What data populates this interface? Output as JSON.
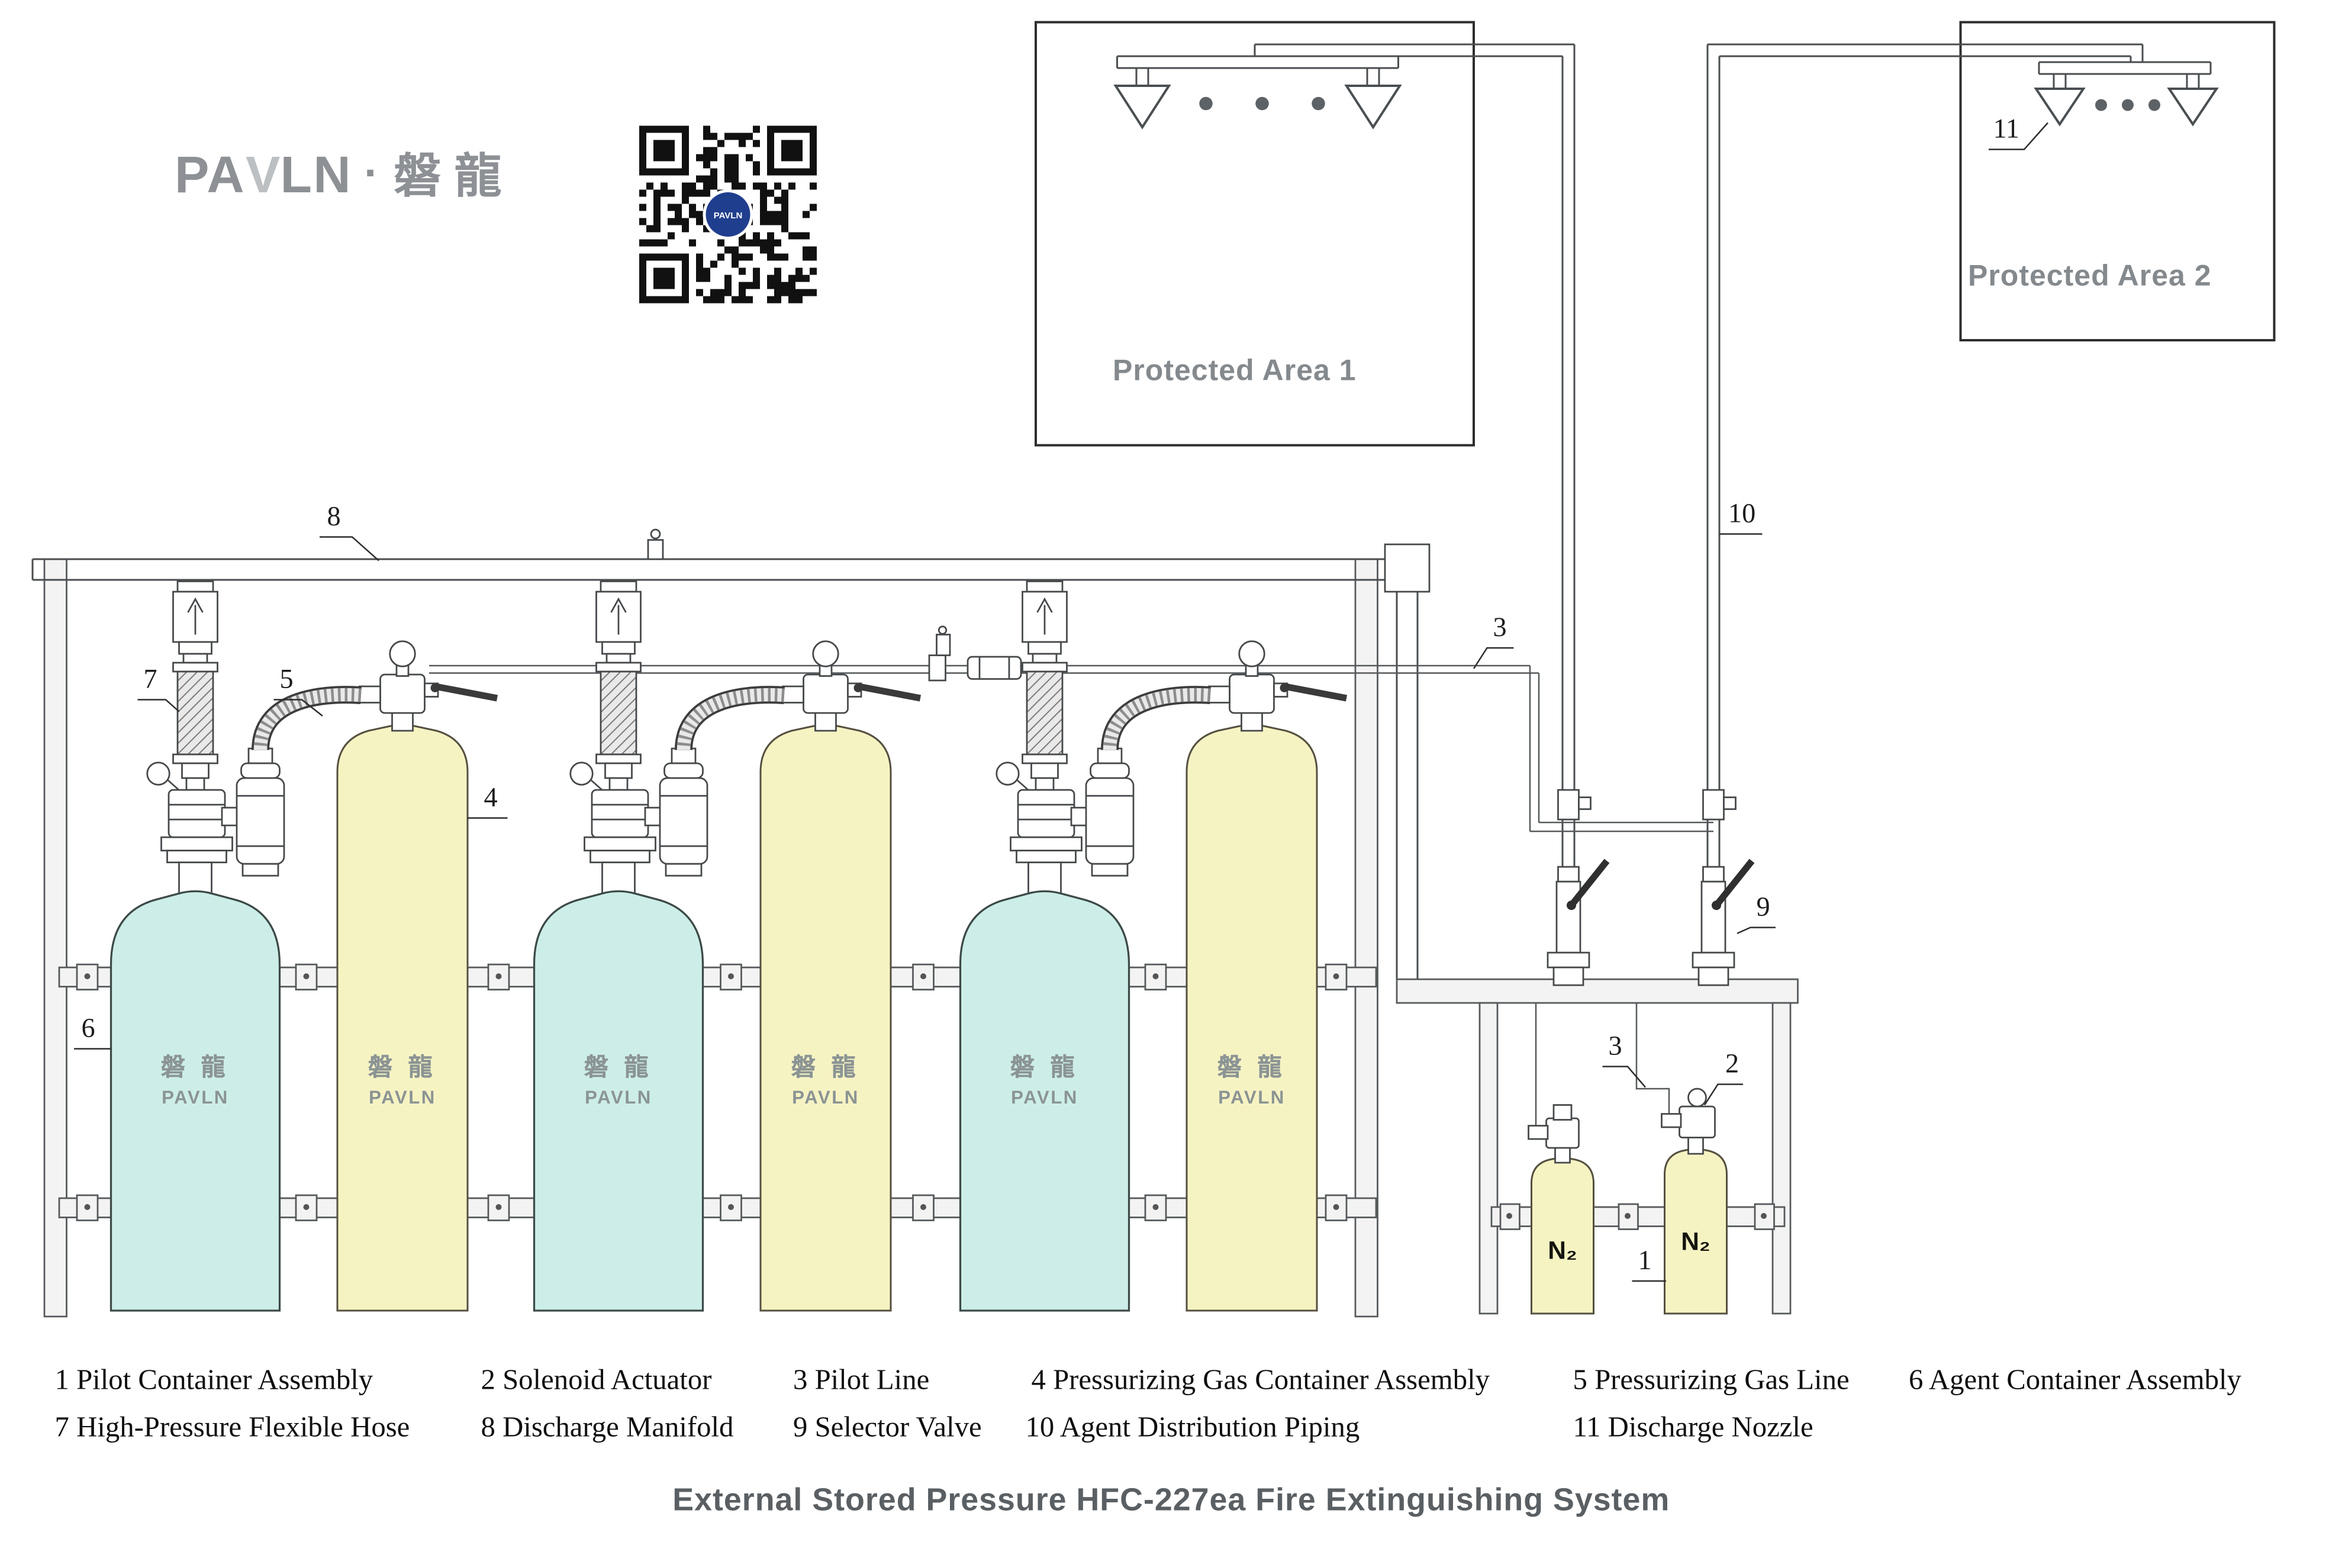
{
  "brand": {
    "logo_pa": "PA",
    "logo_v": "V",
    "logo_ln": "LN",
    "logo_sep": "·",
    "logo_cn": "磐龍",
    "cylinder_cn": "磐 龍",
    "cylinder_en": "PAVLN"
  },
  "protected_areas": {
    "area1": "Protected Area 1",
    "area2": "Protected Area 2"
  },
  "callouts": {
    "c1": "1",
    "c2": "2",
    "c3": "3",
    "c4": "4",
    "c5": "5",
    "c6": "6",
    "c7": "7",
    "c8": "8",
    "c9": "9",
    "c10": "10",
    "c11": "11"
  },
  "cylinders": {
    "n2_label": "N₂"
  },
  "legend": {
    "row1": [
      "1 Pilot Container Assembly",
      "2 Solenoid Actuator",
      "3 Pilot Line",
      "4 Pressurizing Gas Container Assembly",
      "5 Pressurizing Gas Line",
      "6 Agent Container Assembly"
    ],
    "row2": [
      "7 High-Pressure Flexible Hose",
      "8 Discharge Manifold",
      "9 Selector Valve",
      "10 Agent Distribution Piping",
      "11 Discharge Nozzle"
    ]
  },
  "title": "External Stored Pressure HFC-227ea Fire Extinguishing System",
  "colors": {
    "agent_cylinder": "#cdeee8",
    "gas_cylinder": "#f6f3c3",
    "diagram_line": "#45484a",
    "label_gray": "#84898d",
    "title_gray": "#5a5f63",
    "qr_center": "#203e8e"
  }
}
